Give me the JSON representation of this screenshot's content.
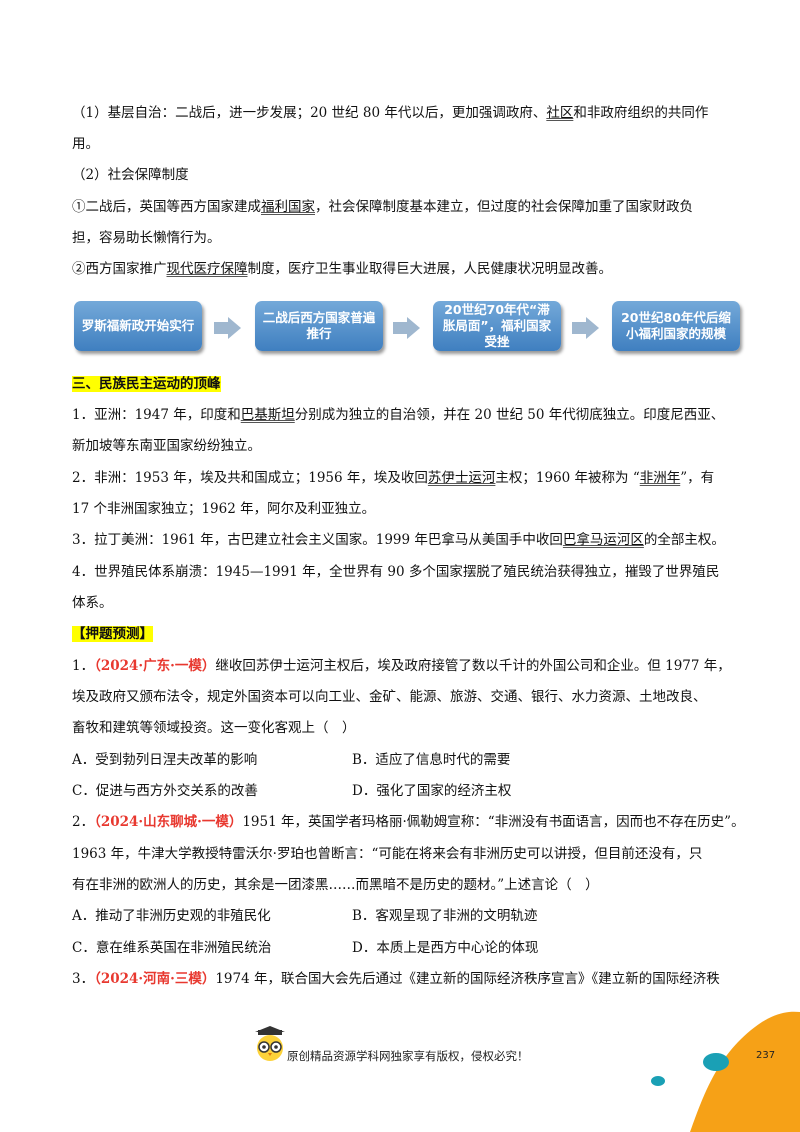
{
  "sec1": {
    "l1": [
      "（1）基层自治：二战后，进一步发展；20 世纪 80 年代以后，更加强调政府、",
      "社区",
      "和非政府组织的共同作"
    ],
    "l2": "用。",
    "l3": "（2）社会保障制度",
    "l4": [
      "①二战后，英国等西方国家建成",
      "福利国家",
      "，社会保障制度基本建立，但过度的社会保障加重了国家财政负"
    ],
    "l5": "担，容易助长懒惰行为。",
    "l6": [
      "②西方国家推广",
      "现代医疗保障",
      "制度，医疗卫生事业取得巨大进展，人民健康状况明显改善。"
    ]
  },
  "flow": [
    "罗斯福新政开始实行",
    "二战后西方国家普遍推行",
    "20世纪70年代“滞胀局面”，福利国家受挫",
    "20世纪80年代后缩小福利国家的规模"
  ],
  "sec3": {
    "title": "三、民族民主运动的顶峰",
    "l1": [
      "1．亚洲：1947 年，印度和",
      "巴基斯坦",
      "分别成为独立的自治领，并在 20 世纪 50 年代彻底独立。印度尼西亚、"
    ],
    "l2": "新加坡等东南亚国家纷纷独立。",
    "l3": [
      "2．非洲：1953 年，埃及共和国成立；1956 年，埃及收回",
      "苏伊士运河",
      "主权；1960 年被称为 “",
      "非洲年",
      "”，有"
    ],
    "l4": "17 个非洲国家独立；1962 年，阿尔及利亚独立。",
    "l5": [
      "3．拉丁美洲：1961 年，古巴建立社会主义国家。1999 年巴拿马从美国手中收回",
      "巴拿马运河区",
      "的全部主权。"
    ],
    "l6": "4．世界殖民体系崩溃：1945—1991 年，全世界有 90 多个国家摆脱了殖民统治获得独立，摧毁了世界殖民",
    "l7": "体系。"
  },
  "predict": {
    "title": "【押题预测】",
    "q1": {
      "num": "1．",
      "src": "（2024·广东·一模）",
      "l1": "继收回苏伊士运河主权后，埃及政府接管了数以千计的外国公司和企业。但 1977 年，",
      "l2": "埃及政府又颁布法令，规定外国资本可以向工业、金矿、能源、旅游、交通、银行、水力资源、土地改良、",
      "l3": "畜牧和建筑等领域投资。这一变化客观上（　）",
      "opts": [
        "A．受到勃列日涅夫改革的影响",
        "B．适应了信息时代的需要",
        "C．促进与西方外交关系的改善",
        "D．强化了国家的经济主权"
      ]
    },
    "q2": {
      "num": "2．",
      "src": "（2024·山东聊城·一模）",
      "l1": "1951 年，英国学者玛格丽·佩勒姆宣称：“非洲没有书面语言，因而也不存在历史”。",
      "l2": "1963 年，牛津大学教授特雷沃尔·罗珀也曾断言：“可能在将来会有非洲历史可以讲授，但目前还没有，只",
      "l3": "有在非洲的欧洲人的历史，其余是一团漆黑……而黑暗不是历史的题材。”上述言论（　）",
      "opts": [
        "A．推动了非洲历史观的非殖民化",
        "B．客观呈现了非洲的文明轨迹",
        "C．意在维系英国在非洲殖民统治",
        "D．本质上是西方中心论的体现"
      ]
    },
    "q3": {
      "num": "3．",
      "src": "（2024·河南·三模）",
      "l1": "1974 年，联合国大会先后通过《建立新的国际经济秩序宣言》《建立新的国际经济秩"
    }
  },
  "footer": {
    "copyright": "原创精品资源学科网独家享有版权，侵权必究！",
    "page": "237"
  },
  "colors": {
    "accent_orange": "#f6a117",
    "teal": "#1aa0b5",
    "flow_blue": "#4a8bc9",
    "highlight": "#ffff00",
    "red": "#e8382f"
  }
}
